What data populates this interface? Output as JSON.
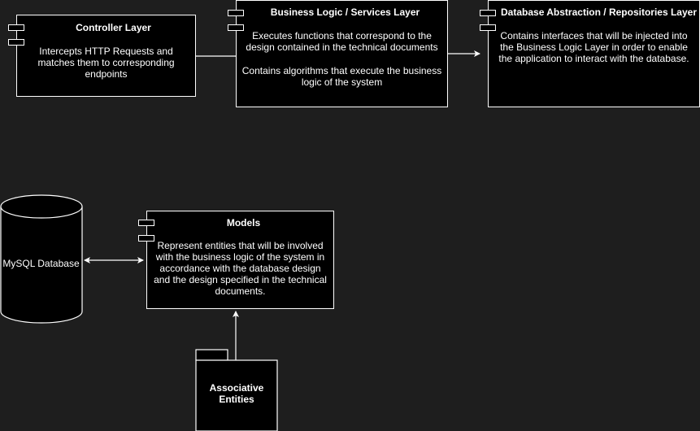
{
  "colors": {
    "background": "#1e1e1e",
    "fill": "#000000",
    "stroke": "#ffffff",
    "text": "#ffffff"
  },
  "controller": {
    "title": "Controller Layer",
    "description": "Intercepts HTTP Requests and matches them to corresponding endpoints"
  },
  "services": {
    "title": "Business Logic / Services Layer",
    "description1": "Executes functions that correspond to the design contained in the technical documents",
    "description2": "Contains algorithms that execute the business logic of the system"
  },
  "repositories": {
    "title": "Database Abstraction / Repositories Layer",
    "description": "Contains interfaces that will be injected into the Business Logic Layer in order to enable the application to interact with the database."
  },
  "models": {
    "title": "Models",
    "description": "Represent entities that will be involved with the business logic of the system in accordance with the database design and the design specified in the technical documents."
  },
  "database": {
    "label": "MySQL Database"
  },
  "associative": {
    "label": "Associative Entities"
  },
  "icons": {
    "component": "component-icon",
    "database": "cylinder-icon",
    "package": "package-icon"
  }
}
